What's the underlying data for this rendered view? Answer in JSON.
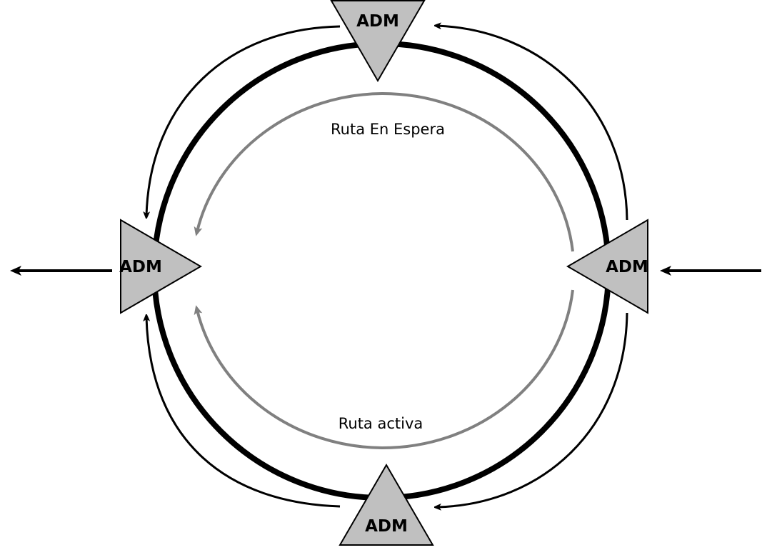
{
  "diagram": {
    "type": "ring-network",
    "colors": {
      "ring": "#000000",
      "standby_route": "#808080",
      "node_fill": "#c0c0c0",
      "node_stroke": "#000000",
      "arrow": "#000000"
    },
    "nodes": [
      {
        "id": "top",
        "label": "ADM",
        "orientation": "pointing-down"
      },
      {
        "id": "left",
        "label": "ADM",
        "orientation": "pointing-right"
      },
      {
        "id": "right",
        "label": "ADM",
        "orientation": "pointing-left"
      },
      {
        "id": "bottom",
        "label": "ADM",
        "orientation": "pointing-up"
      }
    ],
    "routes": {
      "standby": {
        "label": "Ruta En Espera"
      },
      "active": {
        "label": "Ruta activa"
      }
    },
    "external_links": {
      "input": "arrow into right ADM from the right",
      "output": "arrow out of left ADM to the left"
    }
  }
}
